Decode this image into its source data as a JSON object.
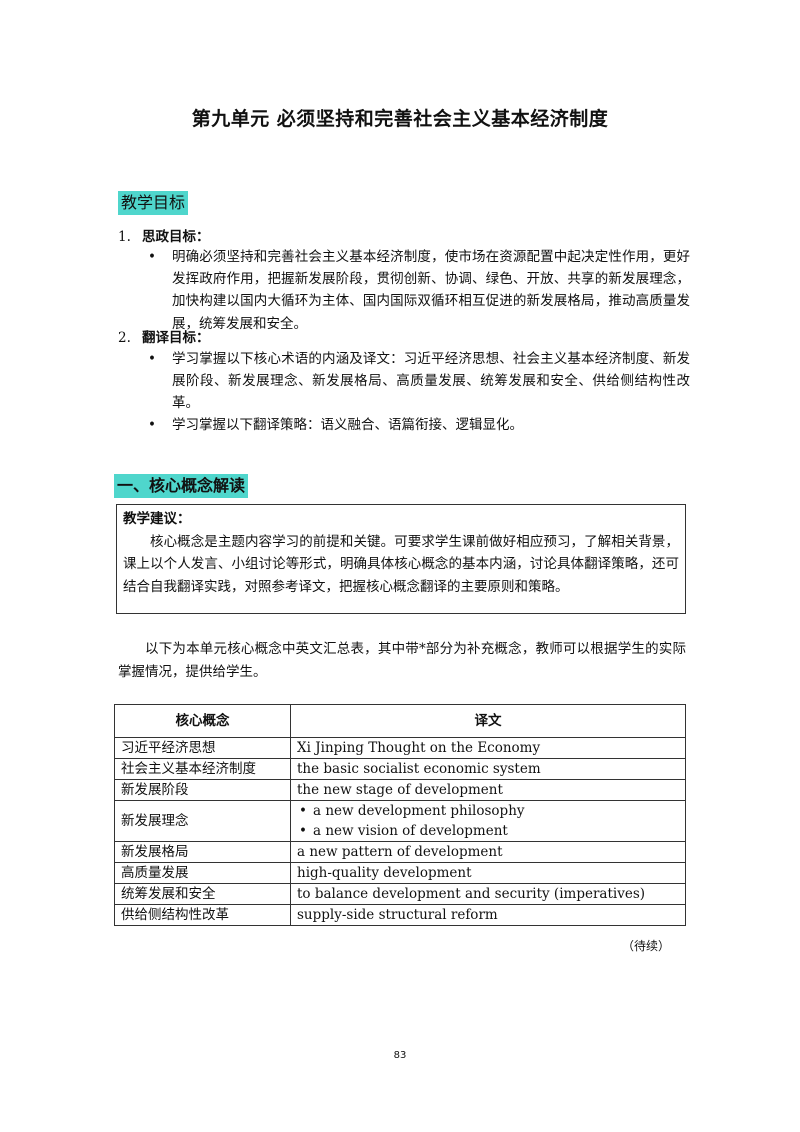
{
  "title": "第九单元  必须坚持和完善社会主义基本经济制度",
  "goals": {
    "heading": "教学目标",
    "items": [
      {
        "num": "1.",
        "label": "思政目标：",
        "bullets": [
          "明确必须坚持和完善社会主义基本经济制度，使市场在资源配置中起决定性作用，更好发挥政府作用，把握新发展阶段，贯彻创新、协调、绿色、开放、共享的新发展理念，加快构建以国内大循环为主体、国内国际双循环相互促进的新发展格局，推动高质量发展，统筹发展和安全。"
        ]
      },
      {
        "num": "2.",
        "label": "翻译目标：",
        "bullets": [
          "学习掌握以下核心术语的内涵及译文：习近平经济思想、社会主义基本经济制度、新发展阶段、新发展理念、新发展格局、高质量发展、统筹发展和安全、供给侧结构性改革。",
          "学习掌握以下翻译策略：语义融合、语篇衔接、逻辑显化。"
        ]
      }
    ]
  },
  "core": {
    "heading": "一、核心概念解读",
    "advice_label": "教学建议：",
    "advice_text": "核心概念是主题内容学习的前提和关键。可要求学生课前做好相应预习，了解相关背景，课上以个人发言、小组讨论等形式，明确具体核心概念的基本内涵，讨论具体翻译策略，还可结合自我翻译实践，对照参考译文，把握核心概念翻译的主要原则和策略。",
    "summary": "以下为本单元核心概念中英文汇总表，其中带*部分为补充概念，教师可以根据学生的实际掌握情况，提供给学生。"
  },
  "table": {
    "headers": [
      "核心概念",
      "译文"
    ],
    "rows": [
      {
        "cn": "习近平经济思想",
        "en": [
          "Xi Jinping Thought on the Economy"
        ]
      },
      {
        "cn": "社会主义基本经济制度",
        "en": [
          "the basic socialist economic system"
        ]
      },
      {
        "cn": "新发展阶段",
        "en": [
          "the new stage of development"
        ]
      },
      {
        "cn": "新发展理念",
        "en": [
          "a new development philosophy",
          "a new vision of development"
        ],
        "list": true
      },
      {
        "cn": "新发展格局",
        "en": [
          "a new pattern of development"
        ]
      },
      {
        "cn": "高质量发展",
        "en": [
          "high-quality development"
        ]
      },
      {
        "cn": "统筹发展和安全",
        "en": [
          "to balance development and security (imperatives)"
        ]
      },
      {
        "cn": "供给侧结构性改革",
        "en": [
          "supply-side structural reform"
        ]
      }
    ]
  },
  "continued": "（待续）",
  "page_number": "83"
}
